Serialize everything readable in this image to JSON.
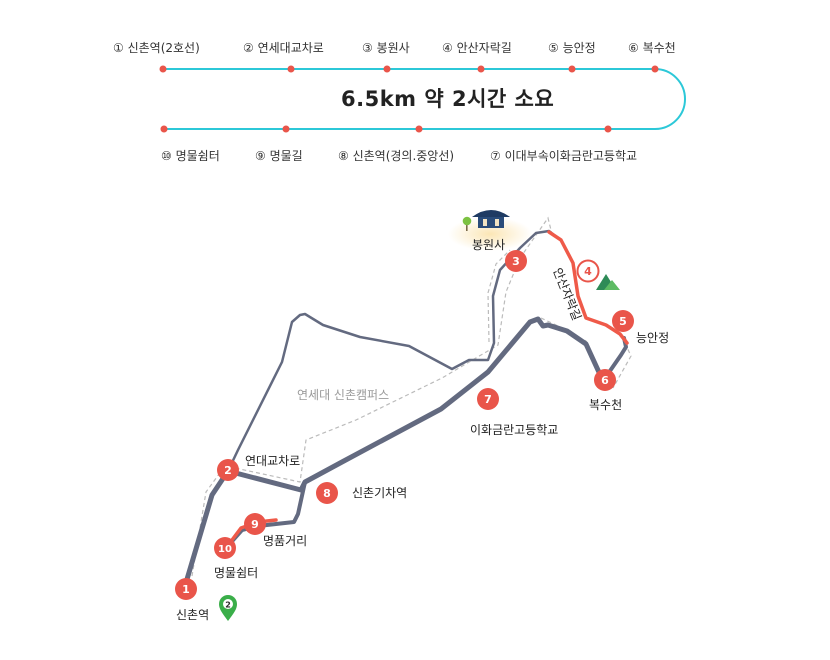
{
  "route": {
    "summary": "6.5km 약 2시간 소요",
    "stops_top": [
      "① 신촌역(2호선)",
      "② 연세대교차로",
      "③ 봉원사",
      "④ 안산자락길",
      "⑤ 능안정",
      "⑥ 복수천"
    ],
    "stops_bottom": [
      "⑩ 명물쉼터",
      "⑨ 명물길",
      "⑧ 신촌역(경의.중앙선)",
      "⑦ 이대부속이화금란고등학교"
    ]
  },
  "map": {
    "markers": [
      {
        "num": "1",
        "label": "신촌역"
      },
      {
        "num": "2",
        "label": "연대교차로"
      },
      {
        "num": "3",
        "label": "봉원사"
      },
      {
        "num": "4",
        "label": ""
      },
      {
        "num": "5",
        "label": "능안정"
      },
      {
        "num": "6",
        "label": "복수천"
      },
      {
        "num": "7",
        "label": "이화금란고등학교"
      },
      {
        "num": "8",
        "label": "신촌기차역"
      },
      {
        "num": "9",
        "label": "명품거리"
      },
      {
        "num": "10",
        "label": "명물쉼터"
      }
    ],
    "campus_label": "연세대 신촌캠퍼스",
    "trail_label": "안산자락길",
    "subway_pin_number": "2"
  },
  "colors": {
    "timeline": "#2cc8d8",
    "dot": "#e9554a",
    "marker": "#e9554a",
    "route_gray": "#636a80",
    "route_red": "#ef5a49",
    "subway_green": "#3aae49"
  }
}
